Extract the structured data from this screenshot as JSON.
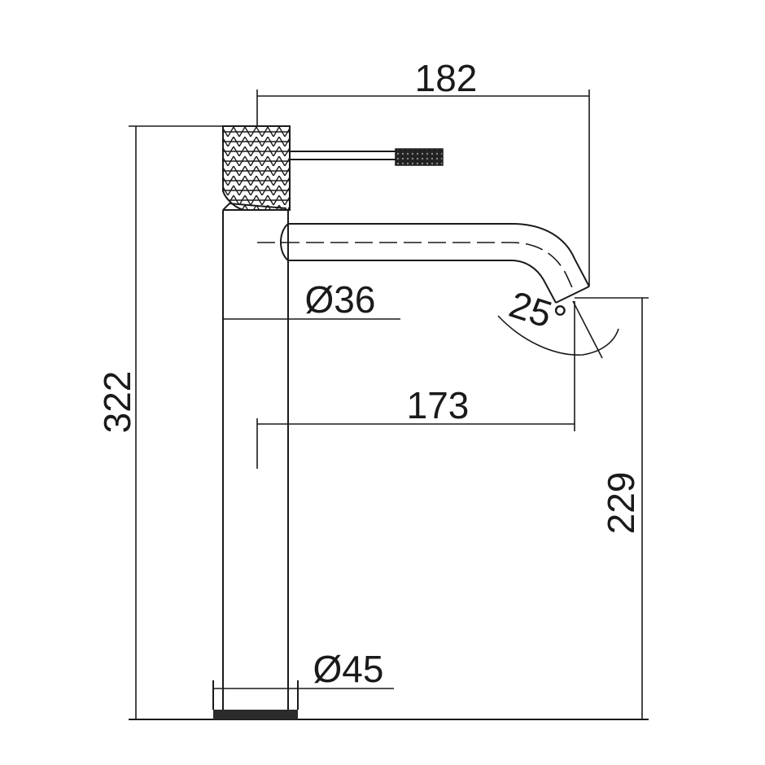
{
  "dimensions": {
    "spout_reach": "182",
    "spout_outlet_reach": "173",
    "total_height": "322",
    "outlet_height": "229",
    "upper_diameter": "Ø36",
    "base_diameter": "Ø45",
    "outlet_angle": "25°"
  },
  "colors": {
    "line": "#1a1a1a",
    "background": "#ffffff"
  }
}
